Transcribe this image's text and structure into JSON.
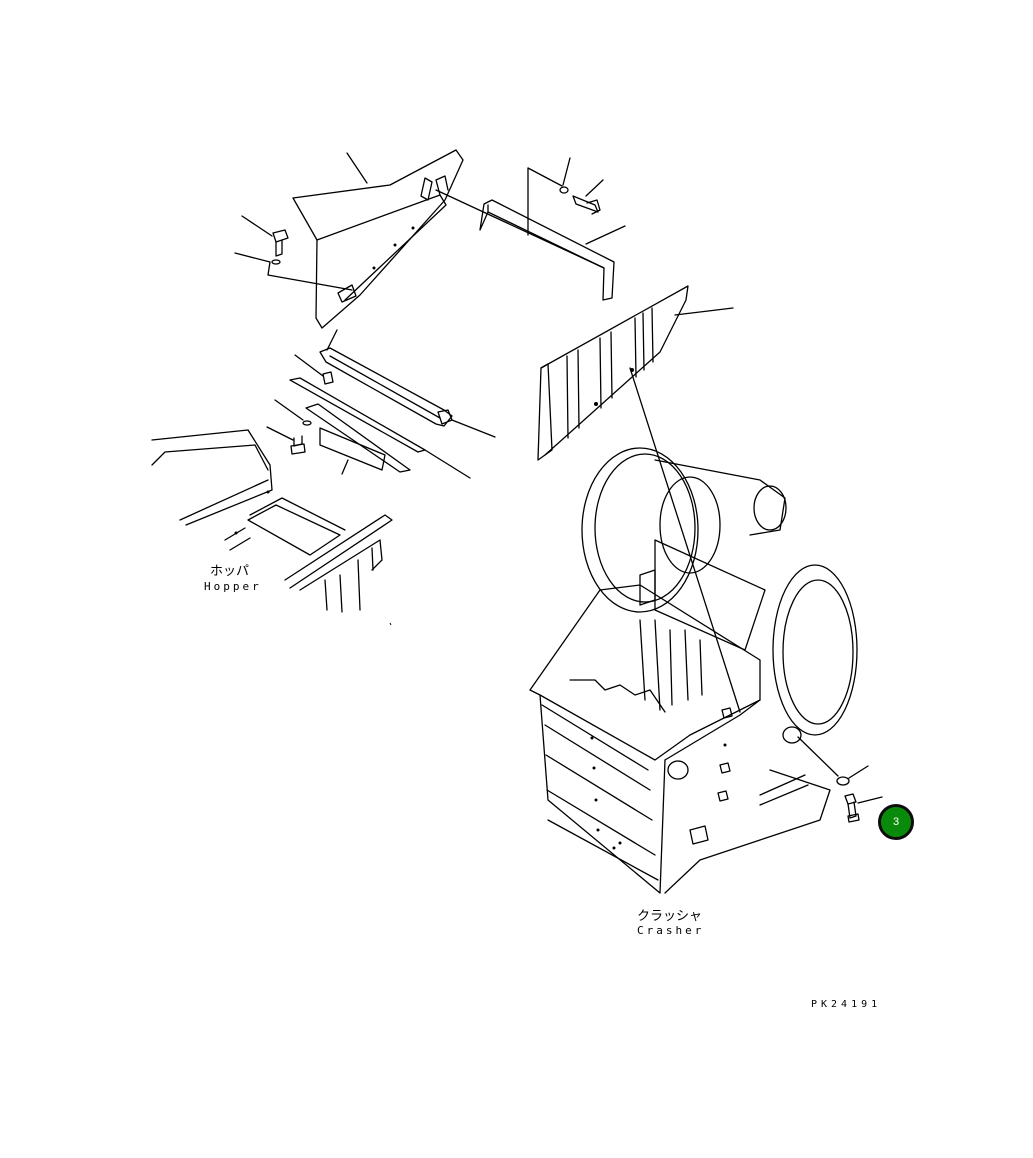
{
  "labels": {
    "hopper_jp": "ホッパ",
    "hopper_en": "Hopper",
    "crusher_jp": "クラッシャ",
    "crusher_en": "Crasher",
    "drawing_code": "PK24191"
  },
  "callout": {
    "number": "3",
    "color": "#0a8a0a"
  }
}
